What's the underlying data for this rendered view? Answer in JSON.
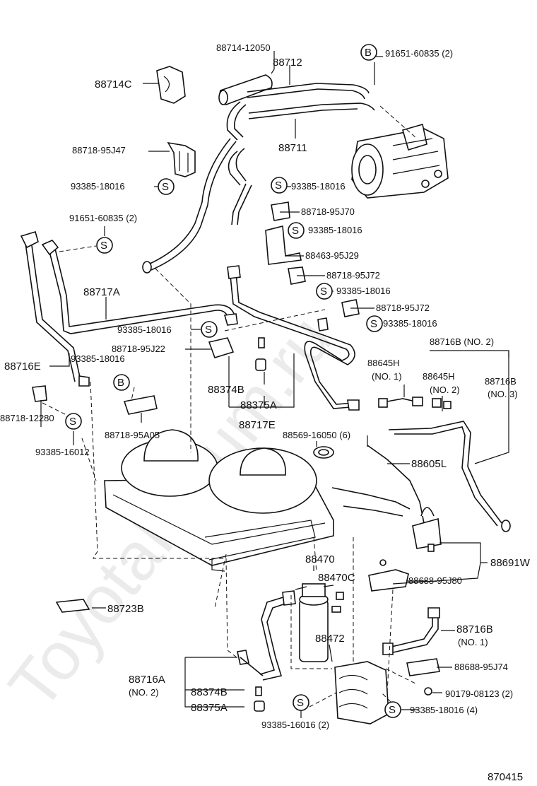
{
  "watermark": "ToyotaForum.ru",
  "diagram_code": "870415",
  "labels": {
    "p88714_12050": "88714-12050",
    "p88712": "88712",
    "b_circle": "B",
    "p91651_60835_top": "91651-60835 (2)",
    "p88714C": "88714C",
    "p88711": "88711",
    "p88718_95J47": "88718-95J47",
    "s_circle": "S",
    "p93385_18016": "93385-18016",
    "p88718_95J70": "88718-95J70",
    "p88463_95J29": "88463-95J29",
    "p91651_60835_left": "91651-60835 (2)",
    "p88718_95J72": "88718-95J72",
    "p88717A": "88717A",
    "p88718_95J22": "88718-95J22",
    "p88716B_no2": "88716B (NO. 2)",
    "p88716E": "88716E",
    "p88645H": "88645H",
    "no1": "(NO. 1)",
    "no2": "(NO. 2)",
    "no3": "(NO. 3)",
    "p88716B": "88716B",
    "p88374B": "88374B",
    "p88375A": "88375A",
    "p88718_12280": "88718-12280",
    "p93385_16012": "93385-16012",
    "p88718_95A05": "88718-95A05",
    "p88717E": "88717E",
    "p88569_16050": "88569-16050 (6)",
    "p88605L": "88605L",
    "p88470": "88470",
    "p88470C": "88470C",
    "p88691W": "88691W",
    "p88688_95J80": "88688-95J80",
    "p88723B": "88723B",
    "p88472": "88472",
    "p88716A": "88716A",
    "p88688_95J74": "88688-95J74",
    "p90179_08123": "90179-08123 (2)",
    "p93385_16016": "93385-16016 (2)",
    "p93385_18016_4": "93385-18016 (4)"
  }
}
